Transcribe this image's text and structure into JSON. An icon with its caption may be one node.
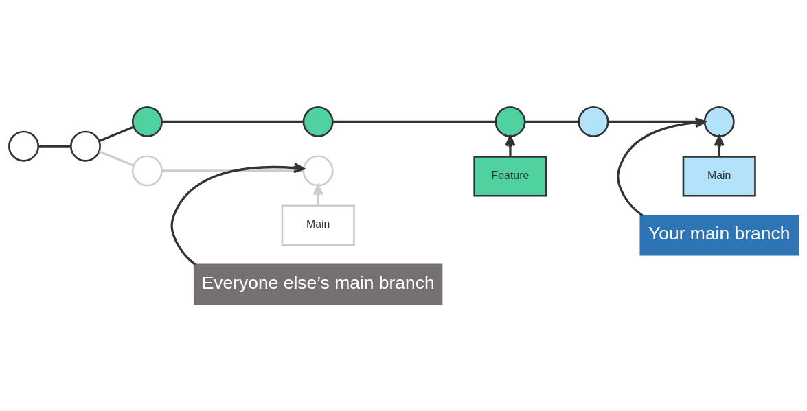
{
  "diagram": {
    "nodes": [
      {
        "text": [],
        "shape": "circle"
      },
      {
        "text": [],
        "shape": "circle"
      },
      {
        "text": [],
        "shape": "circle"
      },
      {
        "text": [],
        "shape": "circle"
      },
      {
        "text": [],
        "shape": "circle"
      },
      {
        "text": [],
        "shape": "circle"
      },
      {
        "text": [],
        "shape": "circle"
      },
      {
        "text": [],
        "shape": "circle"
      },
      {
        "text": [],
        "shape": "circle"
      },
      {
        "text": [
          "Feature"
        ]
      },
      {
        "text": [
          "Main"
        ]
      },
      {
        "text": [
          "Your main branch"
        ]
      },
      {
        "text": [
          "Main"
        ]
      },
      {
        "text": [
          "Everyone else’s main branch"
        ]
      }
    ],
    "edges": [
      {
        "from": 0,
        "to": 1,
        "arrow": "none"
      },
      {
        "from": 1,
        "to": 2,
        "arrow": "none"
      },
      {
        "from": 2,
        "to": 3,
        "arrow": "none"
      },
      {
        "from": 3,
        "to": 4,
        "arrow": "none"
      },
      {
        "from": 4,
        "to": 5,
        "arrow": "none"
      },
      {
        "from": 5,
        "to": 6,
        "arrow": "none"
      },
      {
        "from": 1,
        "to": 7,
        "arrow": "none",
        "color": "#cccccc"
      },
      {
        "from": 7,
        "to": 8,
        "arrow": "none",
        "color": "#cccccc"
      },
      {
        "from": 9,
        "to": 4,
        "arrow": "to"
      },
      {
        "from": 10,
        "to": 6,
        "arrow": "to"
      },
      {
        "from": 11,
        "to": 6,
        "arrow": "to"
      },
      {
        "from": 12,
        "to": 8,
        "arrow": "to",
        "color": "#cccccc"
      },
      {
        "from": 13,
        "to": 8,
        "arrow": "to"
      }
    ]
  }
}
